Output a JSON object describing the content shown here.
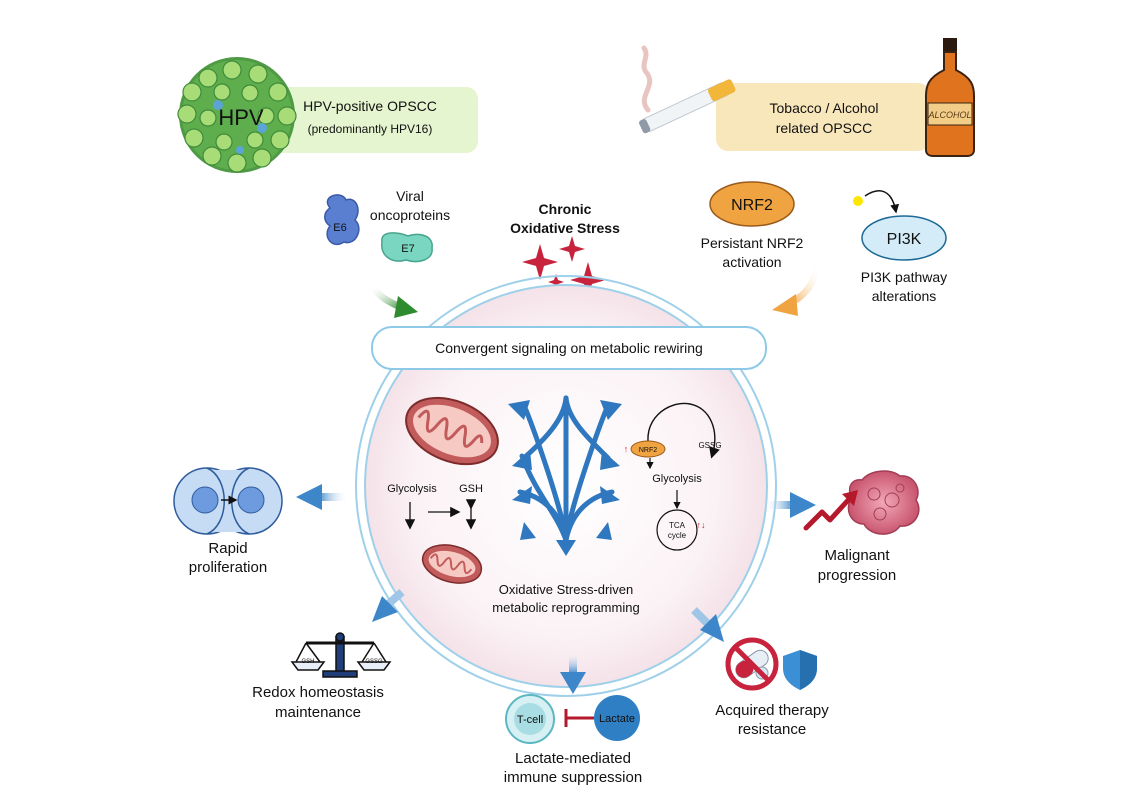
{
  "hpv": {
    "virus_label": "HPV",
    "box_line1": "HPV-positive OPSCC",
    "box_line2": "(predominantly HPV16)",
    "box_color": "#e4f5cf"
  },
  "tobacco": {
    "box_line1": "Tobacco / Alcohol",
    "box_line2": "related OPSCC",
    "bottle_label": "ALCOHOL",
    "box_color": "#f9e7bc"
  },
  "viral": {
    "title_line1": "Viral",
    "title_line2": "oncoproteins",
    "e6": "E6",
    "e7": "E7"
  },
  "stress": {
    "line1": "Chronic",
    "line2": "Oxidative Stress"
  },
  "nrf2": {
    "oval_label": "NRF2",
    "caption_line1": "Persistant NRF2",
    "caption_line2": "activation",
    "color": "#f0a341"
  },
  "pi3k": {
    "oval_label": "PI3K",
    "caption_line1": "PI3K pathway",
    "caption_line2": "alterations",
    "color": "#d3ecf8"
  },
  "center": {
    "banner": "Convergent signaling on metabolic rewiring",
    "glycolysis_left": "Glycolysis",
    "gsh": "GSH",
    "nrf2_small": "NRF2",
    "gssg": "GSSG",
    "glycolysis_right": "Glycolysis",
    "tca_line1": "TCA",
    "tca_line2": "cycle",
    "caption_line1": "Oxidative Stress-driven",
    "caption_line2": "metabolic reprogramming"
  },
  "outcomes": {
    "proliferation_line1": "Rapid",
    "proliferation_line2": "proliferation",
    "malignant_line1": "Malignant",
    "malignant_line2": "progression",
    "redox_line1": "Redox homeostasis",
    "redox_line2": "maintenance",
    "scale_left": "GSH",
    "scale_right": "GSSG",
    "tcell": "T-cell",
    "lactate": "Lactate",
    "lactate_line1": "Lactate-mediated",
    "lactate_line2": "immune suppression",
    "therapy_line1": "Acquired therapy",
    "therapy_line2": "resistance"
  },
  "colors": {
    "arrow_blue": "#2f78c0",
    "ring_blue": "#9fd0ea",
    "sparkle_red": "#c8233c",
    "mito_red": "#c25b5b"
  }
}
